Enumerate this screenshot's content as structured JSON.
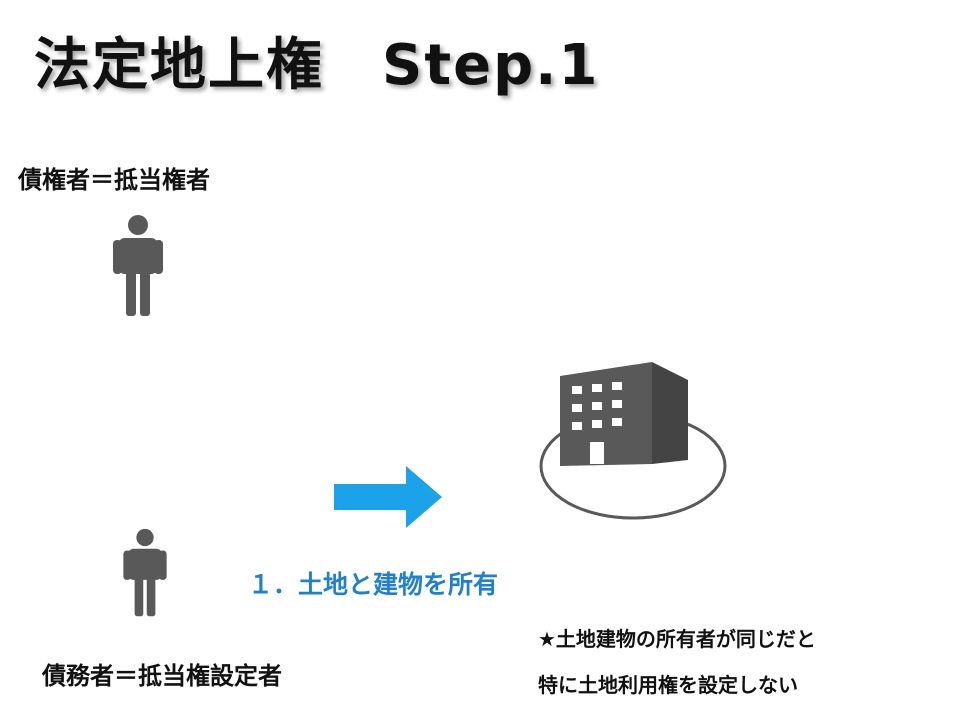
{
  "title": "法定地上権　Step.1",
  "creditor": {
    "label": "債権者＝抵当権者",
    "icon": "person-icon"
  },
  "debtor": {
    "label": "債務者＝抵当権設定者",
    "icon": "person-icon"
  },
  "property": {
    "icon": "building-icon",
    "land_icon": "land-ellipse"
  },
  "arrow": {
    "icon": "right-arrow-icon",
    "color": "#1aa3e8"
  },
  "step": {
    "label": "１．土地と建物を所有",
    "color": "#1f7fd0"
  },
  "note": {
    "line1": "★土地建物の所有者が同じだと",
    "line2": "特に土地利用権を設定しない"
  },
  "colors": {
    "icon_gray": "#595959",
    "text": "#111111"
  }
}
